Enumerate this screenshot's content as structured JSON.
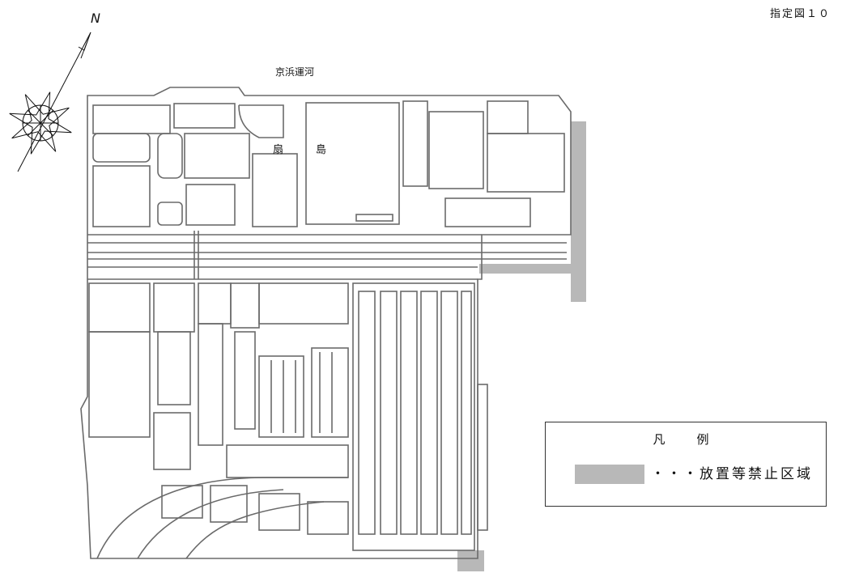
{
  "figure_number": "指定図１０",
  "labels": {
    "canal": "京浜運河",
    "island_part1": "扇",
    "island_part2": "島",
    "north": "N"
  },
  "legend": {
    "title": "凡　例",
    "items": [
      {
        "label": "・・・放置等禁止区域",
        "color": "#b8b8b8"
      }
    ]
  },
  "colors": {
    "map_lines": "#6a6a6a",
    "restricted_zone": "#b8b8b8"
  }
}
